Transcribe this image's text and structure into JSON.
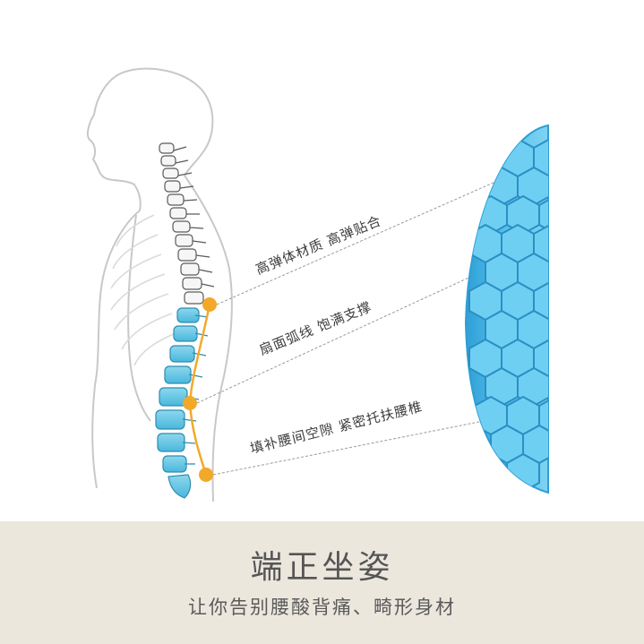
{
  "callouts": [
    {
      "text": "高弹体材质 高弹贴合"
    },
    {
      "text": "扇面弧线 饱满支撑"
    },
    {
      "text": "填补腰间空隙  紧密托扶腰椎"
    }
  ],
  "banner": {
    "title": "端正坐姿",
    "subtitle": "让你告别腰酸背痛、畸形身材"
  },
  "colors": {
    "outline": "#c9c9c9",
    "spine_white": "#f4f4f4",
    "spine_blue": "#5cc4e0",
    "marker": "#f2a92a",
    "cushion": "#4fb9e3",
    "banner_bg": "#ece7dd"
  }
}
